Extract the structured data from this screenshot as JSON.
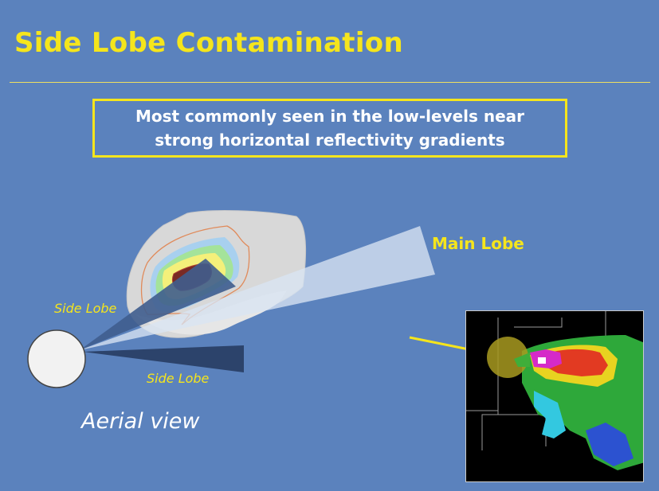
{
  "title": "Side Lobe Contamination",
  "callout": {
    "line1": "Most commonly seen in the low-levels near",
    "line2": "strong horizontal reflectivity gradients"
  },
  "labels": {
    "main_lobe": "Main Lobe",
    "side_lobe_upper": "Side Lobe",
    "side_lobe_lower": "Side Lobe",
    "aerial_view": "Aerial view"
  },
  "colors": {
    "background": "#5b82bd",
    "title": "#f5e51c",
    "arrow": "#f5e51c"
  }
}
